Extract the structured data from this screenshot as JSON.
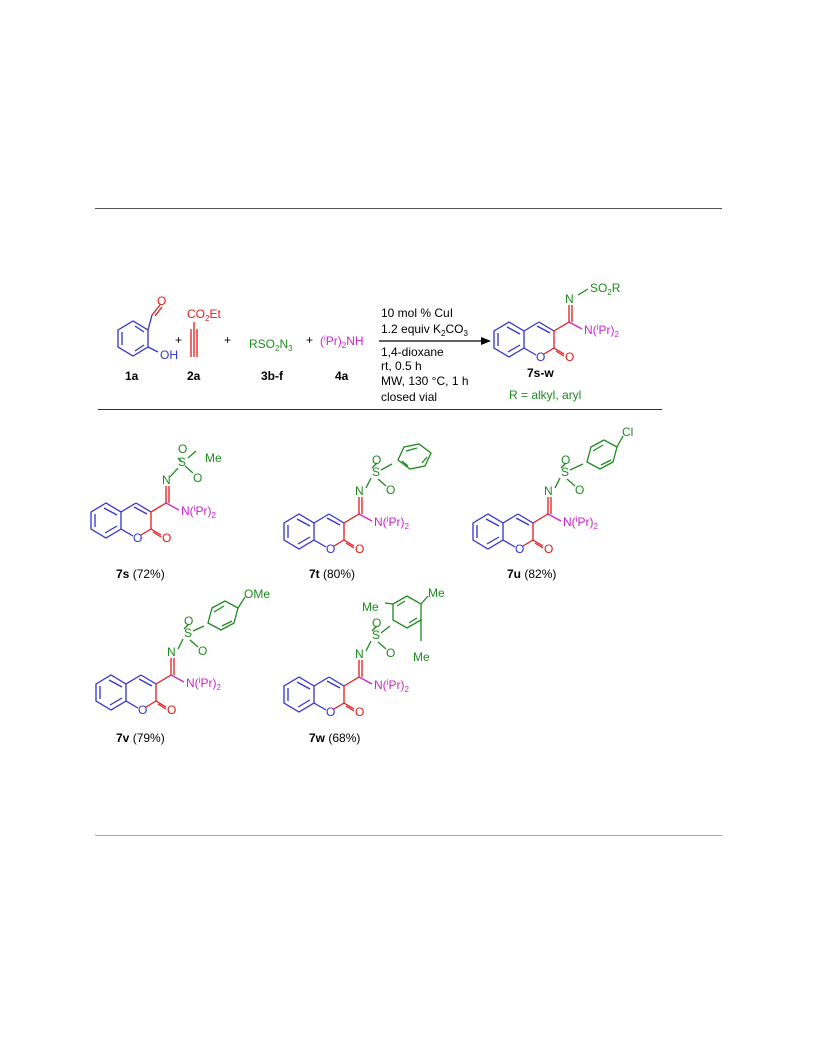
{
  "colors": {
    "blue": "#3333cc",
    "red": "#e01b1b",
    "green": "#1e8a1e",
    "magenta": "#cc22cc",
    "black": "#000000"
  },
  "reaction": {
    "reactants": {
      "r1": {
        "label": "1a",
        "carbonyl_o": "O",
        "hydroxyl": "OH"
      },
      "r2": {
        "label": "2a",
        "group": "CO2Et"
      },
      "r3": {
        "label": "3b-f",
        "formula": "RSO2N3"
      },
      "r4": {
        "label": "4a",
        "formula": "(iPr)2NH"
      }
    },
    "plus": "+",
    "conditions": {
      "line1": "10 mol % CuI",
      "line2": "1.2 equiv K2CO3",
      "line3": "1,4-dioxane",
      "line4": "rt, 0.5 h",
      "line5": "MW, 130 °C, 1 h",
      "line6": "closed vial"
    },
    "product": {
      "label": "7s-w",
      "sulfonyl": "SO2R",
      "imine_n": "N",
      "amine": "N(iPr)2",
      "ring_o": "O",
      "carbonyl_o": "O",
      "r_note": "R = alkyl, aryl"
    }
  },
  "compounds": [
    {
      "id": "7s",
      "yield": "(72%)",
      "substituent": "Me"
    },
    {
      "id": "7t",
      "yield": "(80%)",
      "substituent": ""
    },
    {
      "id": "7u",
      "yield": "(82%)",
      "substituent": "Cl"
    },
    {
      "id": "7v",
      "yield": "(79%)",
      "substituent": "OMe"
    },
    {
      "id": "7w",
      "yield": "(68%)",
      "substituent": "Me"
    }
  ],
  "common": {
    "S": "S",
    "O": "O",
    "N": "N",
    "amine": "N(iPr)2"
  }
}
